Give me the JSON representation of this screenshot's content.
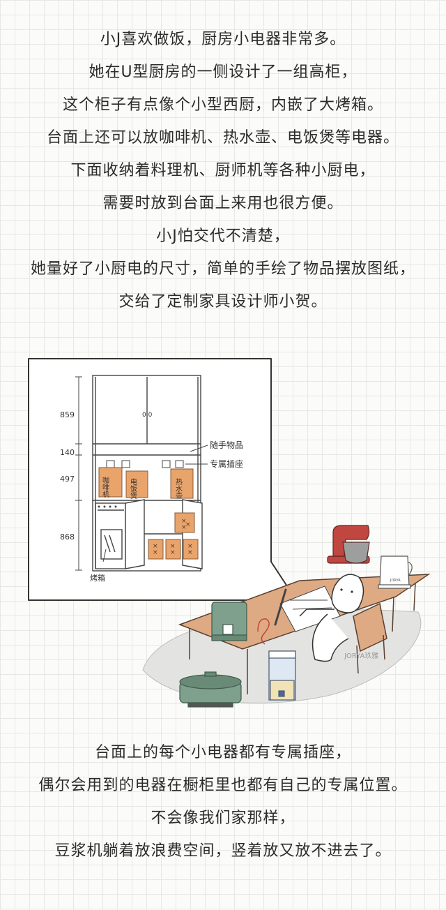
{
  "intro_lines": [
    "小J喜欢做饭，厨房小电器非常多。",
    "她在U型厨房的一侧设计了一组高柜，",
    "这个柜子有点像个小型西厨，内嵌了大烤箱。",
    "台面上还可以放咖啡机、热水壶、电饭煲等电器。",
    "下面收纳着料理机、厨师机等各种小厨电，",
    "需要时放到台面上来用也很方便。",
    "小J怕交代不清楚，",
    "她量好了小厨电的尺寸，简单的手绘了物品摆放图纸，",
    "交给了定制家具设计师小贺。"
  ],
  "sketch": {
    "dimensions": [
      "859",
      "140",
      "497",
      "868"
    ],
    "labels": {
      "coffee": "咖啡机",
      "rice": "电饭煲",
      "kettle": "热水壶",
      "personal_items": "随手物品",
      "socket": "专属插座",
      "oven": "烤箱"
    }
  },
  "kettle_brand": "JORYA",
  "watermark": "JORYA玖雅",
  "closing_lines": [
    "台面上的每个小电器都有专属插座，",
    "偶尔会用到的电器在橱柜里也都有自己的专属位置。",
    "不会像我们家那样，",
    "豆浆机躺着放浪费空间，竖着放又放不进去了。"
  ],
  "colors": {
    "box_orange": "#e9a46c",
    "table_wood": "#deaa84",
    "mixer_red": "#c0463f",
    "appliance_green": "#7fa08d",
    "shadow_grey": "#e3e3e1"
  }
}
